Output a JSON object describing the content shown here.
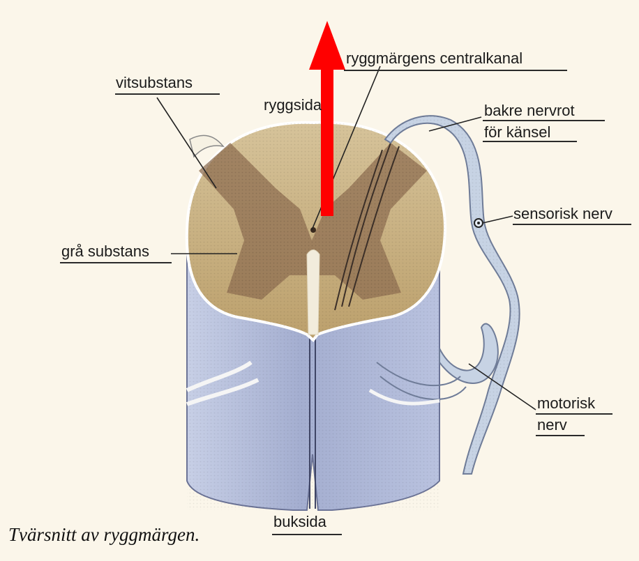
{
  "labels": {
    "vitsubstans": "vitsubstans",
    "ryggsida": "ryggsida",
    "central_kanal": "ryggmärgens centralkanal",
    "bakre_nervrot_line1": "bakre nervrot",
    "bakre_nervrot_line2": "för känsel",
    "sensorisk_nerv": "sensorisk nerv",
    "gra_substans": "grå substans",
    "motorisk_line1": "motorisk",
    "motorisk_line2": "nerv",
    "buksida": "buksida"
  },
  "caption": "Tvärsnitt av ryggmärgen.",
  "colors": {
    "white_matter": "#c6b07e",
    "grey_matter": "#8f6f52",
    "cord_lower": "#aab4d2",
    "nerve_root": "#c7d3e4",
    "arrow": "#ff0000"
  },
  "arrow": {
    "direction": "up"
  }
}
